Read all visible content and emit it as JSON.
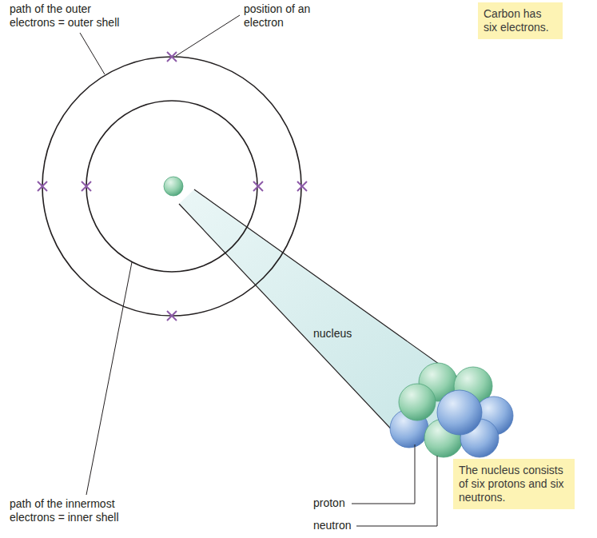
{
  "diagram": {
    "nodes": [
      {
        "text": [
          "Carbon has six electrons."
        ]
      },
      {
        "text": [
          "The nucleus consists of six protons and six neutrons."
        ]
      }
    ],
    "labels": [
      "path of the outer electrons = outer shell",
      "position of an electron",
      "path of the innermost electrons = inner shell",
      "nucleus",
      "proton",
      "neutron"
    ]
  }
}
